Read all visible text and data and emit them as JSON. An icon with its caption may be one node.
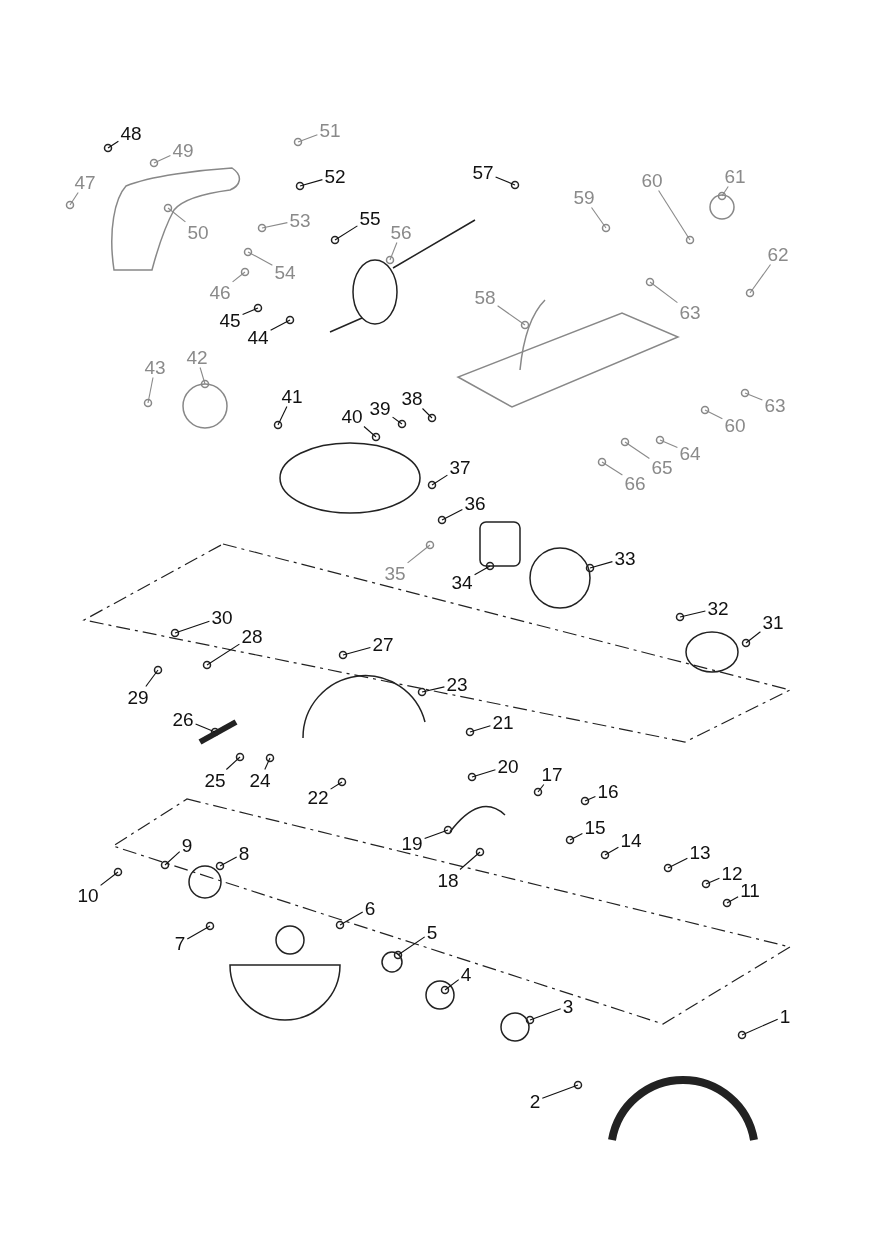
{
  "diagram": {
    "nodes": [
      {
        "text": [
          "48"
        ]
      },
      {
        "text": [
          "51"
        ]
      },
      {
        "text": [
          "49"
        ]
      },
      {
        "text": [
          "52"
        ]
      },
      {
        "text": [
          "57"
        ]
      },
      {
        "text": [
          "47"
        ]
      },
      {
        "text": [
          "61"
        ]
      },
      {
        "text": [
          "60"
        ]
      },
      {
        "text": [
          "59"
        ]
      },
      {
        "text": [
          "55"
        ]
      },
      {
        "text": [
          "53"
        ]
      },
      {
        "text": [
          "56"
        ]
      },
      {
        "text": [
          "50"
        ]
      },
      {
        "text": [
          "62"
        ]
      },
      {
        "text": [
          "54"
        ]
      },
      {
        "text": [
          "46"
        ]
      },
      {
        "text": [
          "63"
        ]
      },
      {
        "text": [
          "45"
        ]
      },
      {
        "text": [
          "58"
        ]
      },
      {
        "text": [
          "44"
        ]
      },
      {
        "text": [
          "43"
        ]
      },
      {
        "text": [
          "42"
        ]
      },
      {
        "text": [
          "38"
        ]
      },
      {
        "text": [
          "41"
        ]
      },
      {
        "text": [
          "63"
        ]
      },
      {
        "text": [
          "39"
        ]
      },
      {
        "text": [
          "40"
        ]
      },
      {
        "text": [
          "60"
        ]
      },
      {
        "text": [
          "64"
        ]
      },
      {
        "text": [
          "37"
        ]
      },
      {
        "text": [
          "65"
        ]
      },
      {
        "text": [
          "66"
        ]
      },
      {
        "text": [
          "36"
        ]
      },
      {
        "text": [
          "33"
        ]
      },
      {
        "text": [
          "35"
        ]
      },
      {
        "text": [
          "34"
        ]
      },
      {
        "text": [
          "32"
        ]
      },
      {
        "text": [
          "30"
        ]
      },
      {
        "text": [
          "31"
        ]
      },
      {
        "text": [
          "27"
        ]
      },
      {
        "text": [
          "28"
        ]
      },
      {
        "text": [
          "23"
        ]
      },
      {
        "text": [
          "29"
        ]
      },
      {
        "text": [
          "26"
        ]
      },
      {
        "text": [
          "21"
        ]
      },
      {
        "text": [
          "20"
        ]
      },
      {
        "text": [
          "17"
        ]
      },
      {
        "text": [
          "25"
        ]
      },
      {
        "text": [
          "24"
        ]
      },
      {
        "text": [
          "16"
        ]
      },
      {
        "text": [
          "22"
        ]
      },
      {
        "text": [
          "15"
        ]
      },
      {
        "text": [
          "19"
        ]
      },
      {
        "text": [
          "14"
        ]
      },
      {
        "text": [
          "9"
        ]
      },
      {
        "text": [
          "13"
        ]
      },
      {
        "text": [
          "8"
        ]
      },
      {
        "text": [
          "18"
        ]
      },
      {
        "text": [
          "12"
        ]
      },
      {
        "text": [
          "11"
        ]
      },
      {
        "text": [
          "10"
        ]
      },
      {
        "text": [
          "6"
        ]
      },
      {
        "text": [
          "7"
        ]
      },
      {
        "text": [
          "5"
        ]
      },
      {
        "text": [
          "4"
        ]
      },
      {
        "text": [
          "3"
        ]
      },
      {
        "text": [
          "1"
        ]
      },
      {
        "text": [
          "2"
        ]
      }
    ],
    "edges": [
      {
        "from": 0,
        "to": null,
        "arrow": "none"
      },
      {
        "from": 1,
        "to": null,
        "arrow": "none",
        "color": "#8a8a8a"
      },
      {
        "from": 2,
        "to": null,
        "arrow": "none",
        "color": "#8a8a8a"
      },
      {
        "from": 3,
        "to": null,
        "arrow": "none"
      },
      {
        "from": 4,
        "to": null,
        "arrow": "none"
      },
      {
        "from": 5,
        "to": null,
        "arrow": "none",
        "color": "#8a8a8a"
      },
      {
        "from": 6,
        "to": null,
        "arrow": "none",
        "color": "#8a8a8a"
      },
      {
        "from": 7,
        "to": null,
        "arrow": "none",
        "color": "#8a8a8a"
      },
      {
        "from": 8,
        "to": null,
        "arrow": "none",
        "color": "#8a8a8a"
      },
      {
        "from": 9,
        "to": null,
        "arrow": "none"
      },
      {
        "from": 10,
        "to": null,
        "arrow": "none",
        "color": "#8a8a8a"
      },
      {
        "from": 11,
        "to": null,
        "arrow": "none",
        "color": "#8a8a8a"
      },
      {
        "from": 12,
        "to": null,
        "arrow": "none",
        "color": "#8a8a8a"
      },
      {
        "from": 13,
        "to": null,
        "arrow": "none",
        "color": "#8a8a8a"
      },
      {
        "from": 14,
        "to": null,
        "arrow": "none",
        "color": "#8a8a8a"
      },
      {
        "from": 15,
        "to": null,
        "arrow": "none",
        "color": "#8a8a8a"
      },
      {
        "from": 16,
        "to": null,
        "arrow": "none",
        "color": "#8a8a8a"
      },
      {
        "from": 17,
        "to": null,
        "arrow": "none"
      },
      {
        "from": 18,
        "to": null,
        "arrow": "none",
        "color": "#8a8a8a"
      },
      {
        "from": 19,
        "to": null,
        "arrow": "none"
      },
      {
        "from": 20,
        "to": null,
        "arrow": "none",
        "color": "#8a8a8a"
      },
      {
        "from": 21,
        "to": null,
        "arrow": "none",
        "color": "#8a8a8a"
      },
      {
        "from": 22,
        "to": null,
        "arrow": "none"
      },
      {
        "from": 23,
        "to": null,
        "arrow": "none"
      },
      {
        "from": 24,
        "to": null,
        "arrow": "none",
        "color": "#8a8a8a"
      },
      {
        "from": 25,
        "to": null,
        "arrow": "none"
      },
      {
        "from": 26,
        "to": null,
        "arrow": "none"
      },
      {
        "from": 27,
        "to": null,
        "arrow": "none",
        "color": "#8a8a8a"
      },
      {
        "from": 28,
        "to": null,
        "arrow": "none",
        "color": "#8a8a8a"
      },
      {
        "from": 29,
        "to": null,
        "arrow": "none"
      },
      {
        "from": 30,
        "to": null,
        "arrow": "none",
        "color": "#8a8a8a"
      },
      {
        "from": 31,
        "to": null,
        "arrow": "none",
        "color": "#8a8a8a"
      },
      {
        "from": 32,
        "to": null,
        "arrow": "none"
      },
      {
        "from": 33,
        "to": null,
        "arrow": "none"
      },
      {
        "from": 34,
        "to": null,
        "arrow": "none",
        "color": "#8a8a8a"
      },
      {
        "from": 35,
        "to": null,
        "arrow": "none"
      },
      {
        "from": 36,
        "to": null,
        "arrow": "none"
      },
      {
        "from": 37,
        "to": null,
        "arrow": "none"
      },
      {
        "from": 38,
        "to": null,
        "arrow": "none"
      },
      {
        "from": 39,
        "to": null,
        "arrow": "none"
      },
      {
        "from": 40,
        "to": null,
        "arrow": "none"
      },
      {
        "from": 41,
        "to": null,
        "arrow": "none"
      },
      {
        "from": 42,
        "to": null,
        "arrow": "none"
      },
      {
        "from": 43,
        "to": null,
        "arrow": "none"
      },
      {
        "from": 44,
        "to": null,
        "arrow": "none"
      },
      {
        "from": 45,
        "to": null,
        "arrow": "none"
      },
      {
        "from": 46,
        "to": null,
        "arrow": "none"
      },
      {
        "from": 47,
        "to": null,
        "arrow": "none"
      },
      {
        "from": 48,
        "to": null,
        "arrow": "none"
      },
      {
        "from": 49,
        "to": null,
        "arrow": "none"
      },
      {
        "from": 50,
        "to": null,
        "arrow": "none"
      },
      {
        "from": 51,
        "to": null,
        "arrow": "none"
      },
      {
        "from": 52,
        "to": null,
        "arrow": "none"
      },
      {
        "from": 53,
        "to": null,
        "arrow": "none"
      },
      {
        "from": 54,
        "to": null,
        "arrow": "none"
      },
      {
        "from": 55,
        "to": null,
        "arrow": "none"
      },
      {
        "from": 56,
        "to": null,
        "arrow": "none"
      },
      {
        "from": 57,
        "to": null,
        "arrow": "none"
      },
      {
        "from": 58,
        "to": null,
        "arrow": "none"
      },
      {
        "from": 59,
        "to": null,
        "arrow": "none"
      },
      {
        "from": 60,
        "to": null,
        "arrow": "none"
      },
      {
        "from": 61,
        "to": null,
        "arrow": "none"
      },
      {
        "from": 62,
        "to": null,
        "arrow": "none"
      },
      {
        "from": 63,
        "to": null,
        "arrow": "none"
      },
      {
        "from": 64,
        "to": null,
        "arrow": "none"
      },
      {
        "from": 65,
        "to": null,
        "arrow": "none"
      },
      {
        "from": 66,
        "to": null,
        "arrow": "none"
      },
      {
        "from": 67,
        "to": null,
        "arrow": "none"
      }
    ]
  }
}
